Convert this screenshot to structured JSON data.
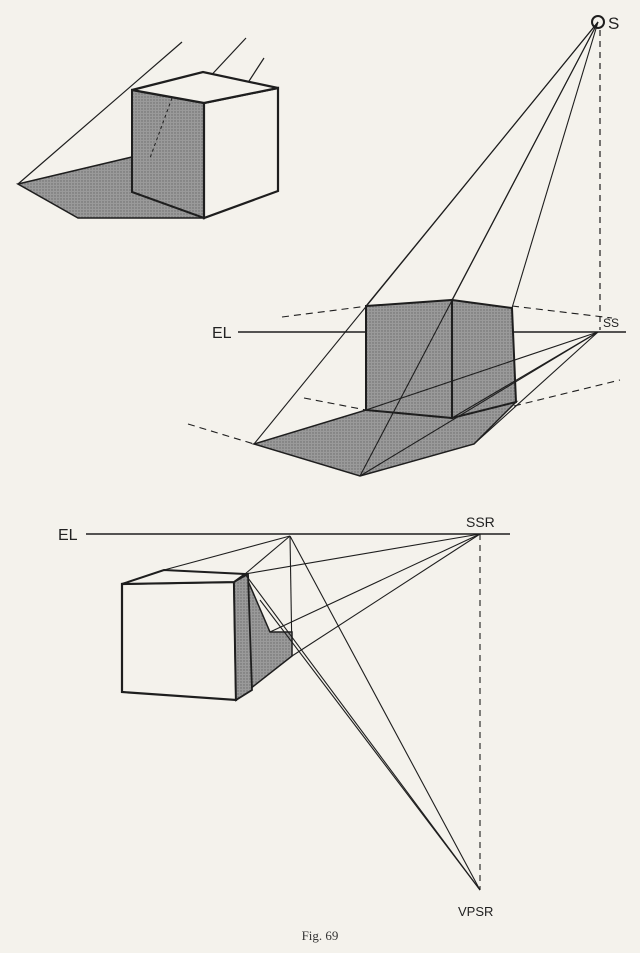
{
  "figure": {
    "caption": "Fig. 69"
  },
  "labels": {
    "sun": "S",
    "eye_level_top": "EL",
    "shadow_point": "SS",
    "eye_level_bottom": "EL",
    "sun_shadow_right": "SSR",
    "vanishing_point": "VPSR"
  },
  "colors": {
    "ink": "#1e1e1e",
    "shadow_fill": "#8f8f8f",
    "shade_fill": "#7d7d7d",
    "paper": "#f4f2ec"
  }
}
